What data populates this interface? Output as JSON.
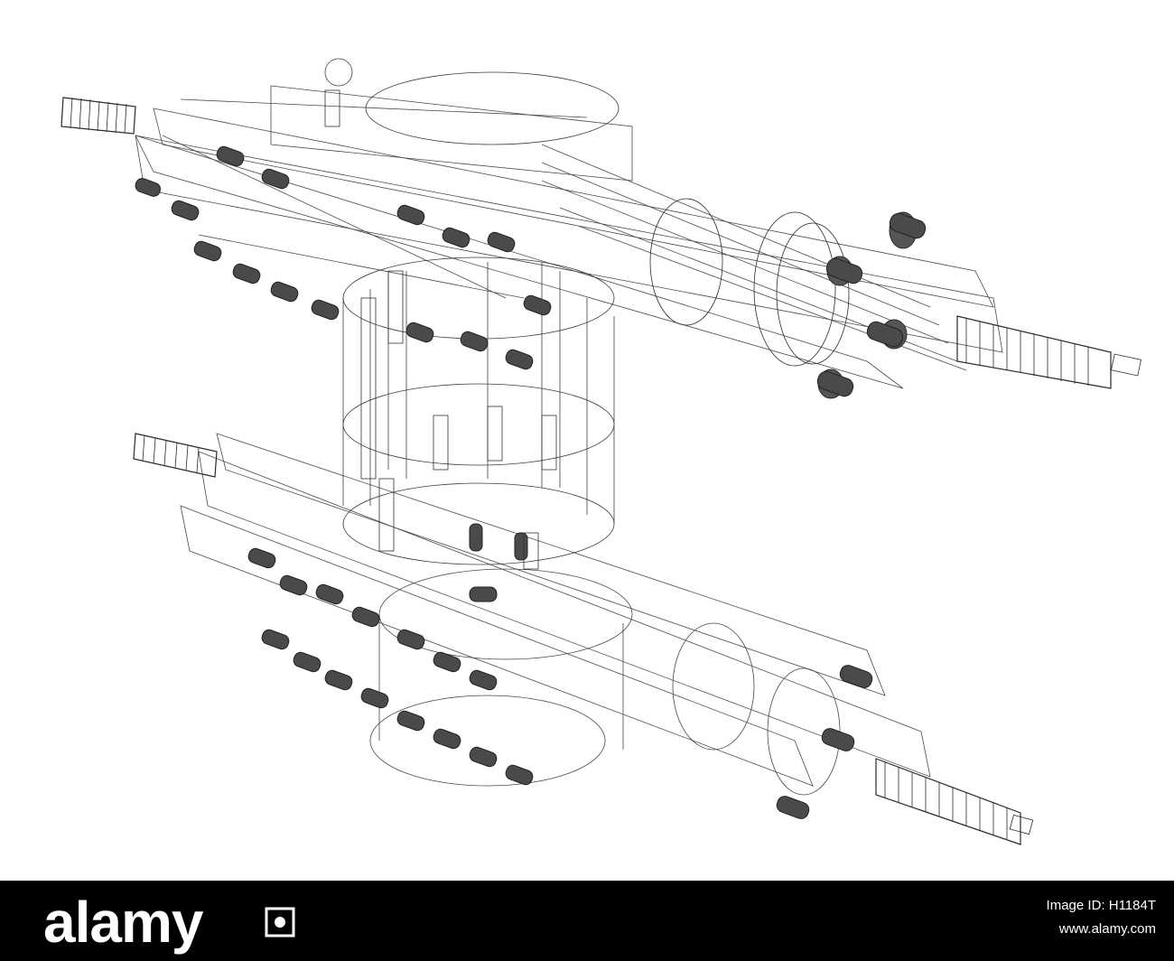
{
  "image": {
    "subject": "wireframe-mechanical-assembly",
    "colors": {
      "background": "#ffffff",
      "line": "#2a2a2a",
      "footer": "#000000",
      "footer_text": "#ffffff"
    }
  },
  "footer": {
    "brand": "alamy",
    "brand_mark_icon": "alamy-logo-icon",
    "image_id": "Image ID: H1184T",
    "site": "www.alamy.com"
  }
}
